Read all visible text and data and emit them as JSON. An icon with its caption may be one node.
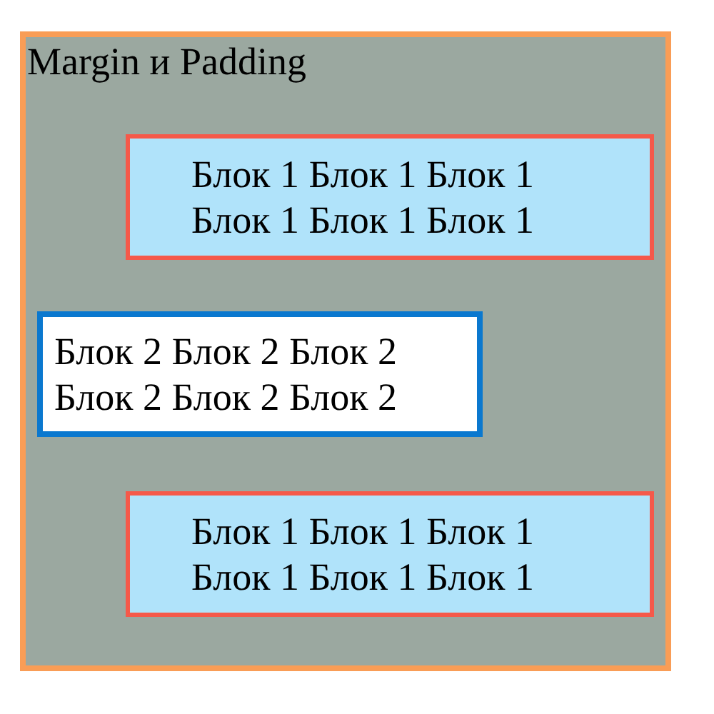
{
  "diagram": {
    "nodes": [
      {
        "text": [
          "Margin и Padding"
        ]
      },
      {
        "text": [
          "Блок 1 Блок 1 Блок 1 Блок 1 Блок 1 Блок 1"
        ],
        "in": 0
      },
      {
        "text": [
          "Блок 2 Блок 2 Блок 2 Блок 2 Блок 2 Блок 2"
        ],
        "in": 0
      },
      {
        "text": [
          "Блок 1 Блок 1 Блок 1 Блок 1 Блок 1 Блок 1"
        ],
        "in": 0
      }
    ]
  }
}
